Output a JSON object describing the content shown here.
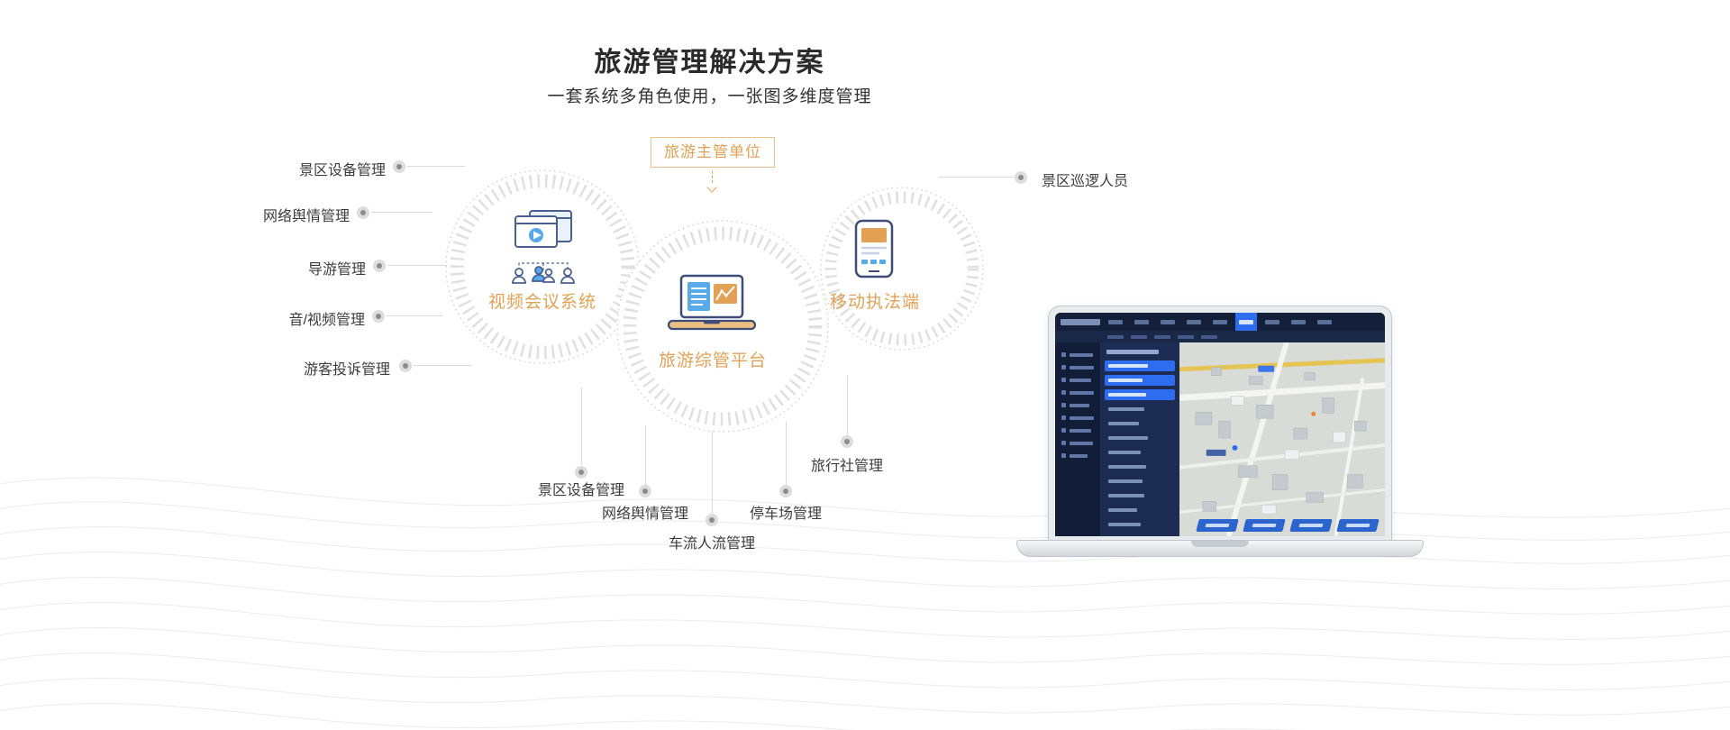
{
  "page": {
    "title": "旅游管理解决方案",
    "subtitle": "一套系统多角色使用，一张图多维度管理"
  },
  "diagram": {
    "authority_label": "旅游主管单位",
    "nodes": [
      {
        "label": "视频会议系统"
      },
      {
        "label": "旅游综管平台"
      },
      {
        "label": "移动执法端"
      }
    ],
    "left_labels": [
      "景区设备管理",
      "网络舆情管理",
      "导游管理",
      "音/视频管理",
      "游客投诉管理"
    ],
    "right_label": "景区巡逻人员",
    "bottom_labels": [
      "景区设备管理",
      "网络舆情管理",
      "车流人流管理",
      "停车场管理",
      "旅行社管理"
    ]
  },
  "icons": {
    "video_node": "video-conference-icon",
    "platform_node": "laptop-dashboard-icon",
    "mobile_node": "smartphone-icon",
    "authority_arrow": "chevron-down-icon"
  },
  "colors": {
    "accent": "#E2A155",
    "text": "#333333",
    "connector": "#D9D9D9",
    "dashboard_highlight": "#2E6CF0",
    "dashboard_navy": "#141F3A",
    "map_road_yellow": "#E6C454"
  }
}
